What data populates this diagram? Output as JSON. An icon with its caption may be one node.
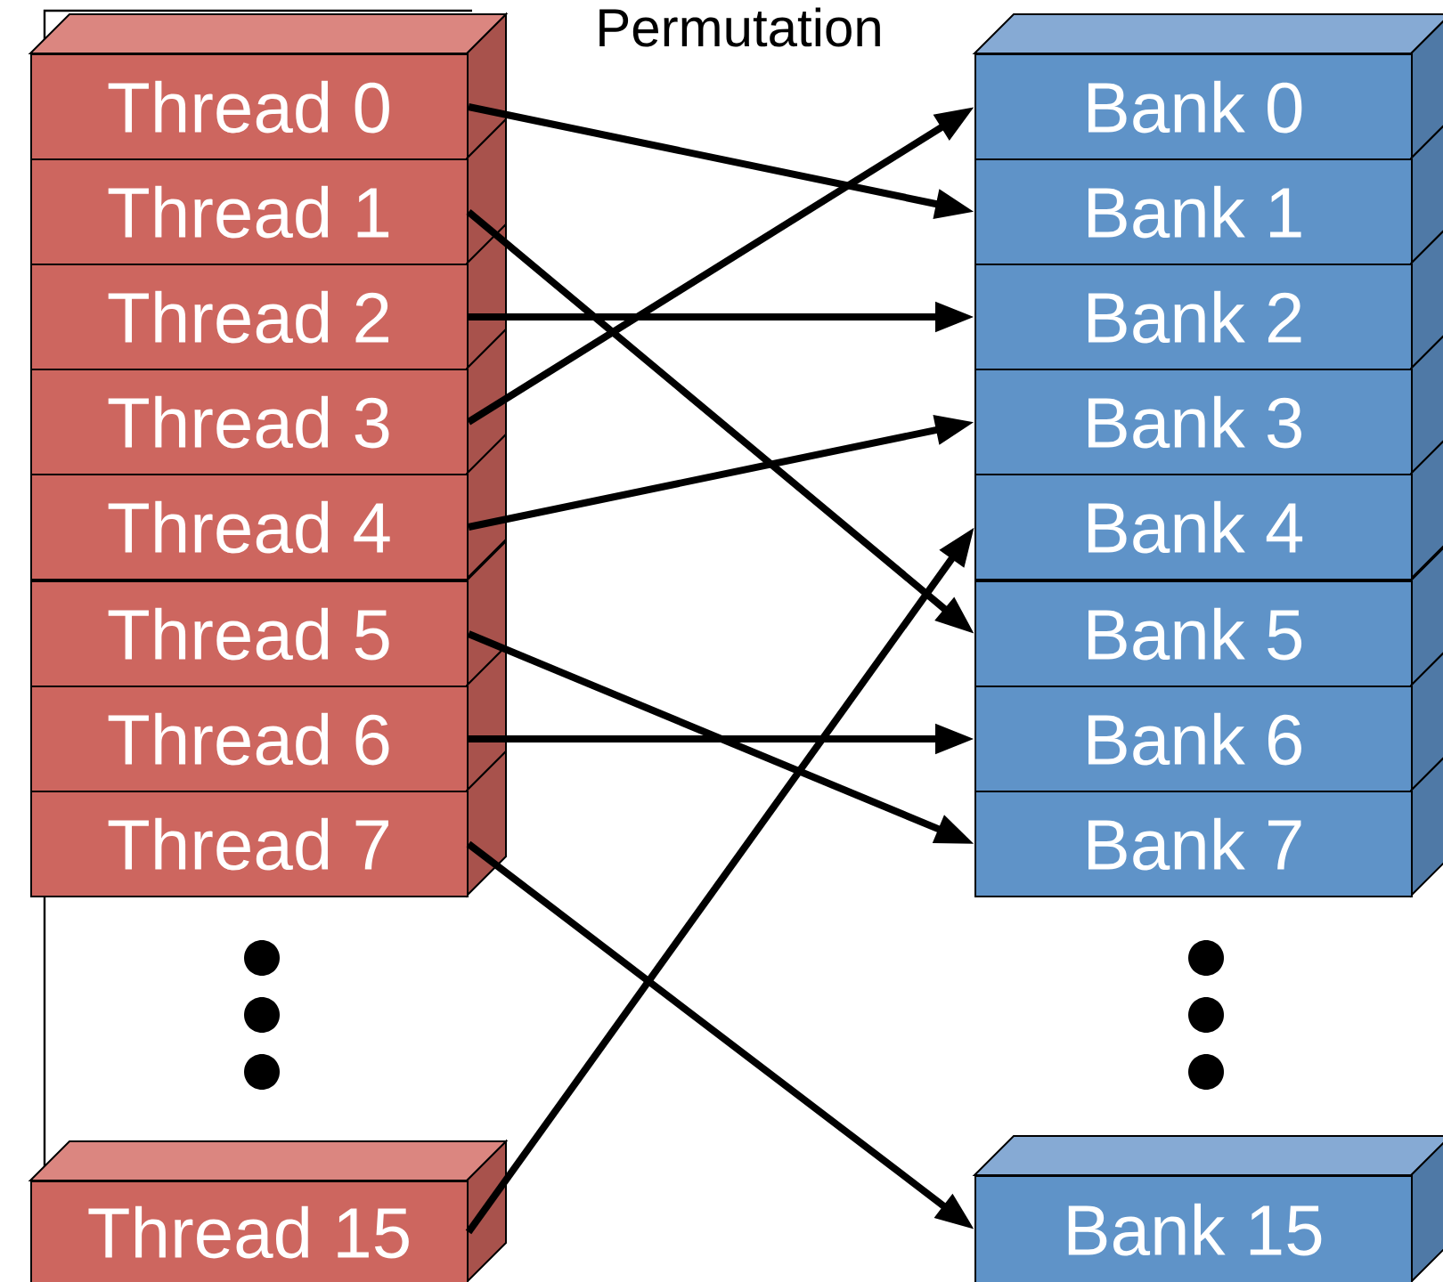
{
  "diagram": {
    "title": "Permutation",
    "nodes": [
      {
        "text": [
          "Thread 0"
        ]
      },
      {
        "text": [
          "Thread 1"
        ]
      },
      {
        "text": [
          "Thread 2"
        ]
      },
      {
        "text": [
          "Thread 3"
        ]
      },
      {
        "text": [
          "Thread 4"
        ]
      },
      {
        "text": [
          "Thread 5"
        ]
      },
      {
        "text": [
          "Thread 6"
        ]
      },
      {
        "text": [
          "Thread 7"
        ]
      },
      {
        "text": [
          "Thread 15"
        ]
      },
      {
        "text": [
          "Bank 0"
        ]
      },
      {
        "text": [
          "Bank 1"
        ]
      },
      {
        "text": [
          "Bank 2"
        ]
      },
      {
        "text": [
          "Bank 3"
        ]
      },
      {
        "text": [
          "Bank 4"
        ]
      },
      {
        "text": [
          "Bank 5"
        ]
      },
      {
        "text": [
          "Bank 6"
        ]
      },
      {
        "text": [
          "Bank 7"
        ]
      },
      {
        "text": [
          "Bank 15"
        ]
      }
    ],
    "edges": [
      {
        "from": 0,
        "to": 10,
        "arrow": "to"
      },
      {
        "from": 1,
        "to": 14,
        "arrow": "to"
      },
      {
        "from": 2,
        "to": 11,
        "arrow": "to"
      },
      {
        "from": 3,
        "to": 9,
        "arrow": "to"
      },
      {
        "from": 4,
        "to": 12,
        "arrow": "to"
      },
      {
        "from": 5,
        "to": 16,
        "arrow": "to"
      },
      {
        "from": 6,
        "to": 15,
        "arrow": "to"
      },
      {
        "from": 7,
        "to": 17,
        "arrow": "to"
      },
      {
        "from": 8,
        "to": 13,
        "arrow": "to"
      }
    ]
  }
}
